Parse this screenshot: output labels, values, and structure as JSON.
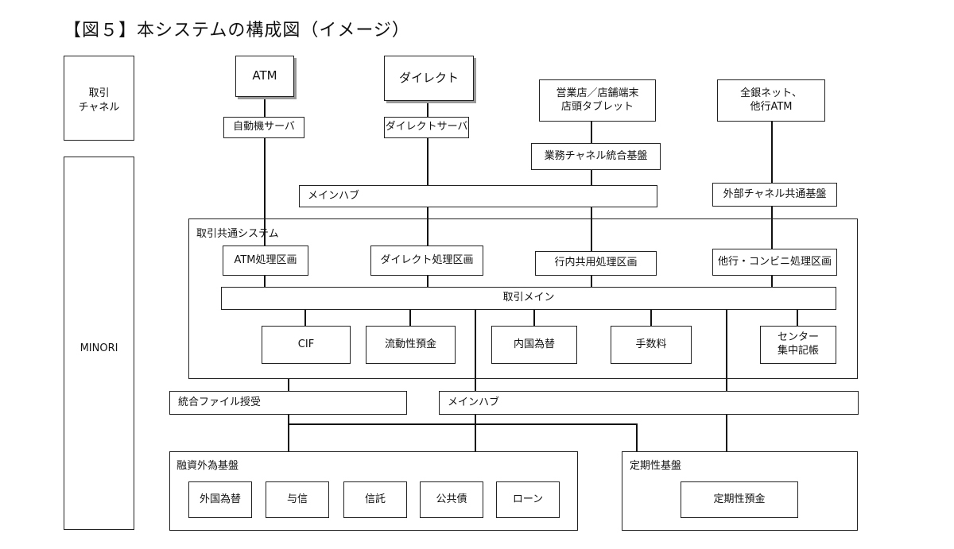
{
  "title": "【図５】本システムの構成図（イメージ）",
  "left_panels": {
    "channel": "取引\nチャネル",
    "minori": "MINORI"
  },
  "groups": {
    "torihiki_system": "取引共通システム",
    "yushi_kiban": "融資外為基盤",
    "teiki_kiban": "定期性基盤"
  },
  "nodes": {
    "atm": "ATM",
    "direct": "ダイレクト",
    "eigyouten": "営業店／店舗端末\n店頭タブレット",
    "zengin": "全銀ネット、\n他行ATM",
    "jidouki_server": "自動機サーバ",
    "direct_server": "ダイレクトサーバ",
    "gyoumu_channel": "業務チャネル統合基盤",
    "main_hub_top": "メインハブ",
    "gaibu_channel": "外部チャネル共通基盤",
    "atm_shori": "ATM処理区画",
    "direct_shori": "ダイレクト処理区画",
    "kounai_shori": "行内共用処理区画",
    "takou_shori": "他行・コンビニ処理区画",
    "torihiki_main": "取引メイン",
    "cif": "CIF",
    "ryudousei": "流動性預金",
    "naikoku": "内国為替",
    "tesuuryou": "手数料",
    "center": "センター\n集中記帳",
    "tougou_file": "統合ファイル授受",
    "main_hub_bottom": "メインハブ",
    "gaikoku": "外国為替",
    "yoshin": "与信",
    "shintaku": "信託",
    "koukyousai": "公共債",
    "loan": "ローン",
    "teikisei_yokin": "定期性預金"
  }
}
